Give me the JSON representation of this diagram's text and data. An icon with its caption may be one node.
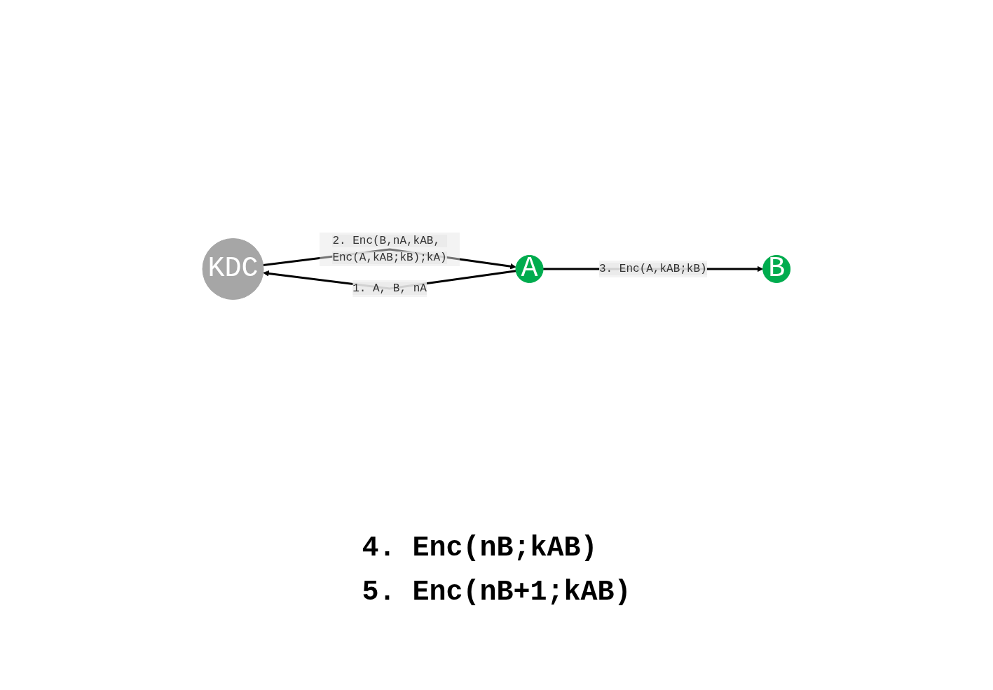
{
  "diagram": {
    "nodes": [
      {
        "text": [
          "KDC"
        ]
      },
      {
        "text": [
          "A"
        ]
      },
      {
        "text": [
          "B"
        ]
      }
    ],
    "edges": [
      {
        "from": 1,
        "to": 0,
        "arrow": "to",
        "label": "1. A, B, nA"
      },
      {
        "from": 0,
        "to": 1,
        "arrow": "to",
        "label": "2. Enc(B,nA,kAB, Enc(A,kAB;kB);kA)"
      },
      {
        "from": 1,
        "to": 2,
        "arrow": "to",
        "label": "3. Enc(A,kAB;kB)"
      }
    ],
    "labels": [
      "4. Enc(nB;kAB)",
      "5. Enc(nB+1;kAB)"
    ]
  }
}
